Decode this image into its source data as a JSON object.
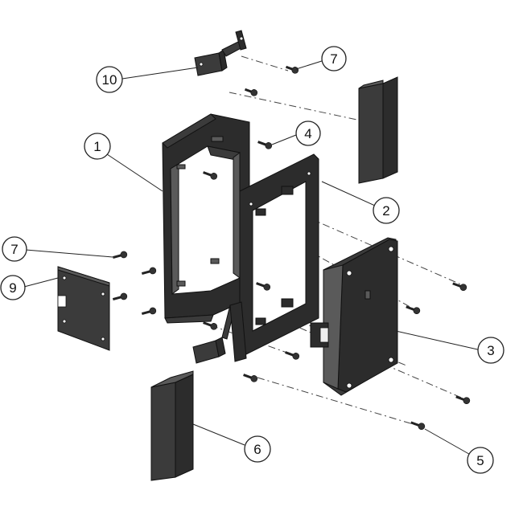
{
  "diagram": {
    "callouts": [
      {
        "id": "c1",
        "label": "1"
      },
      {
        "id": "c2",
        "label": "2"
      },
      {
        "id": "c3",
        "label": "3"
      },
      {
        "id": "c4",
        "label": "4"
      },
      {
        "id": "c5",
        "label": "5"
      },
      {
        "id": "c6",
        "label": "6"
      },
      {
        "id": "c7a",
        "label": "7"
      },
      {
        "id": "c7b",
        "label": "7"
      },
      {
        "id": "c9",
        "label": "9"
      },
      {
        "id": "c10",
        "label": "10"
      }
    ]
  }
}
